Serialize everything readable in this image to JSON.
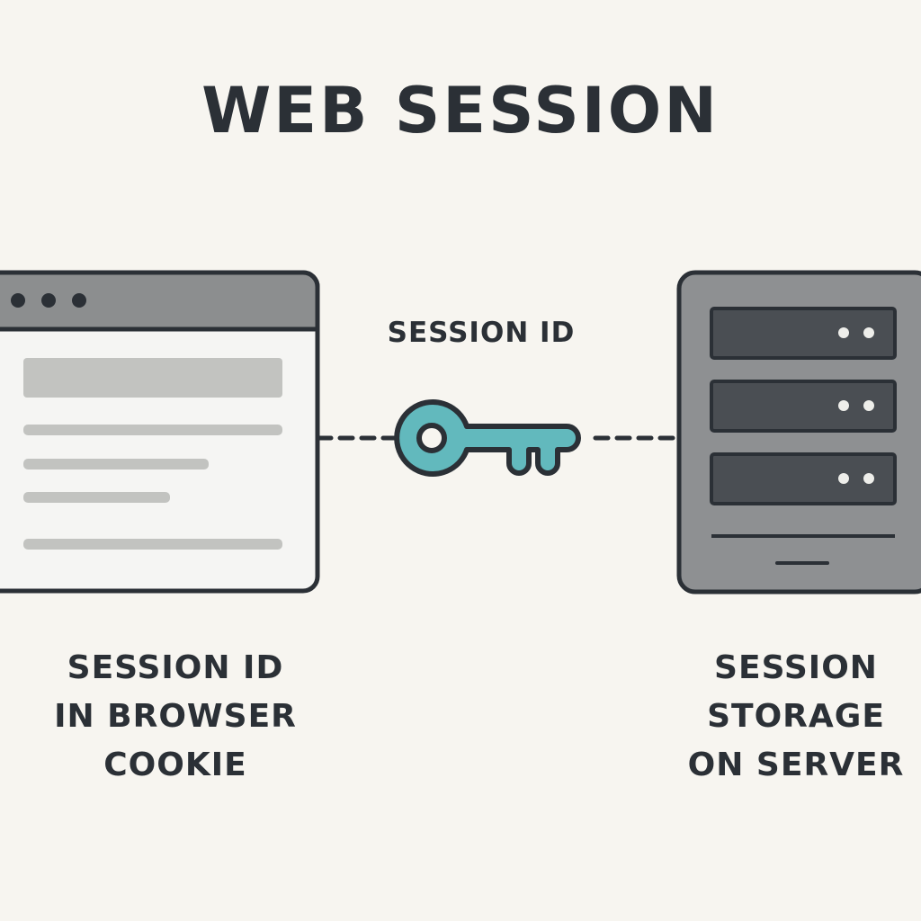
{
  "title": "WEB SESSION",
  "connector_label": "SESSION ID",
  "left_caption": [
    "SESSION ID",
    "IN BROWSER",
    "COOKIE"
  ],
  "right_caption": [
    "SESSION",
    "STORAGE",
    "ON SERVER"
  ],
  "icons": {
    "client": "browser-window-icon",
    "token": "key-icon",
    "server": "server-rack-icon"
  },
  "colors": {
    "background": "#f7f5f0",
    "outline": "#2b3036",
    "key": "#62b9bd",
    "server": "#8e9092",
    "browser_bar": "#8c8e8f"
  }
}
